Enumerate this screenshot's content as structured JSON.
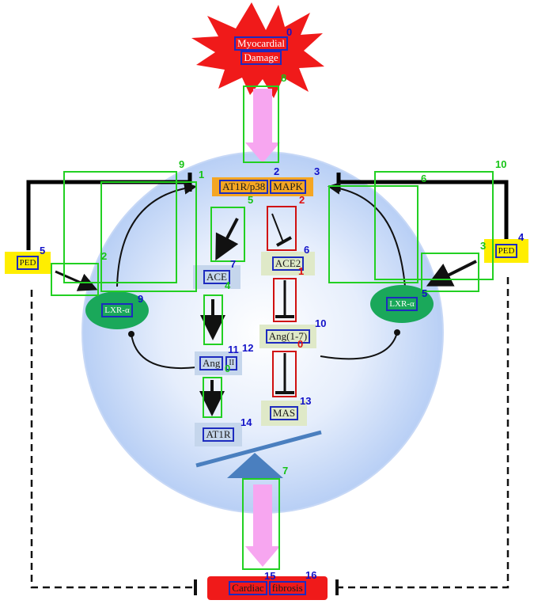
{
  "nodes": {
    "myocardial_damage": [
      "Myocardial",
      "Damage"
    ],
    "at1r_p38": "AT1R/p38",
    "mapk": "MAPK",
    "ped_left": "PED",
    "ped_right": "PED",
    "ace": "ACE",
    "ace2": "ACE2",
    "lxr_left": "LXR-α",
    "lxr_right": "LXR-α",
    "ang_1_7": "Ang(1-7)",
    "ang_ii": "Ang",
    "ang_ii_suffix": "II",
    "mas": "MAS",
    "at1r": "AT1R",
    "cardiac": "Cardiac",
    "fibrosis": "fibrosis"
  },
  "labels": {
    "blue": [
      "0",
      "2",
      "3",
      "4",
      "5",
      "6",
      "7",
      "9",
      "10",
      "11",
      "12",
      "13",
      "14",
      "15",
      "16",
      "5"
    ],
    "green": [
      "8",
      "9",
      "1",
      "10",
      "6",
      "5",
      "2",
      "3",
      "4",
      "0",
      "7"
    ],
    "red": [
      "2",
      "1",
      "0"
    ]
  },
  "colors": {
    "starburst": "#f01a1a",
    "at1r_box": "#f5a623",
    "ped_box": "#ffee00",
    "lxr_ellipse": "#1aa85a",
    "cell_center": "#ffffff",
    "cell_edge": "#b8cff5",
    "fibrosis_box": "#f01a1a",
    "pink_arrow": "#f7a6f0",
    "seesaw": "#4a7fbf",
    "green_annotation": "#22d022",
    "red_annotation": "#d01010",
    "blue_annotation": "#1d2bbf"
  }
}
